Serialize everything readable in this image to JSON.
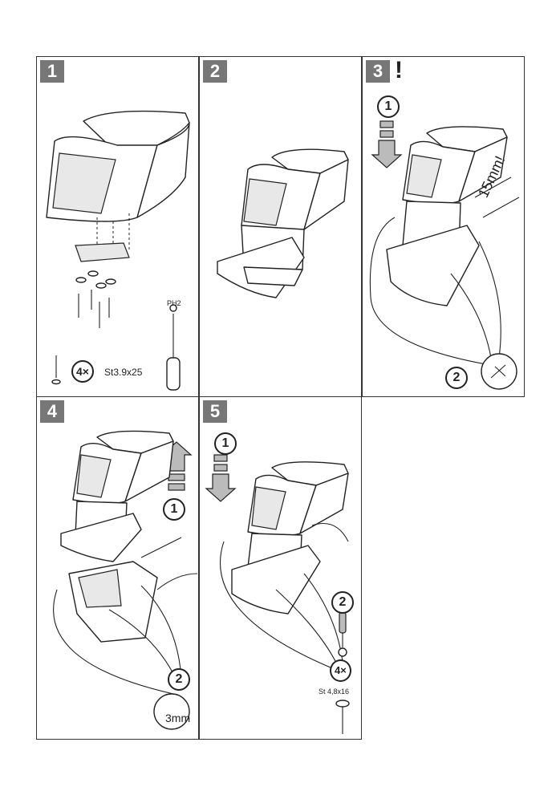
{
  "steps": [
    {
      "number": "1"
    },
    {
      "number": "2"
    },
    {
      "number": "3",
      "mark": "!"
    },
    {
      "number": "4"
    },
    {
      "number": "5"
    }
  ],
  "step1": {
    "count_label": "4×",
    "screw_spec": "St3.9x25",
    "driver_label": "PH2"
  },
  "step3": {
    "sub1": "1",
    "sub2": "2",
    "gap_label": "15mm!"
  },
  "step4": {
    "sub1": "1",
    "sub2": "2",
    "drill_label": "3mm"
  },
  "step5": {
    "sub1": "1",
    "sub2": "2",
    "count_label": "4×",
    "screw_spec": "St 4,8x16"
  }
}
